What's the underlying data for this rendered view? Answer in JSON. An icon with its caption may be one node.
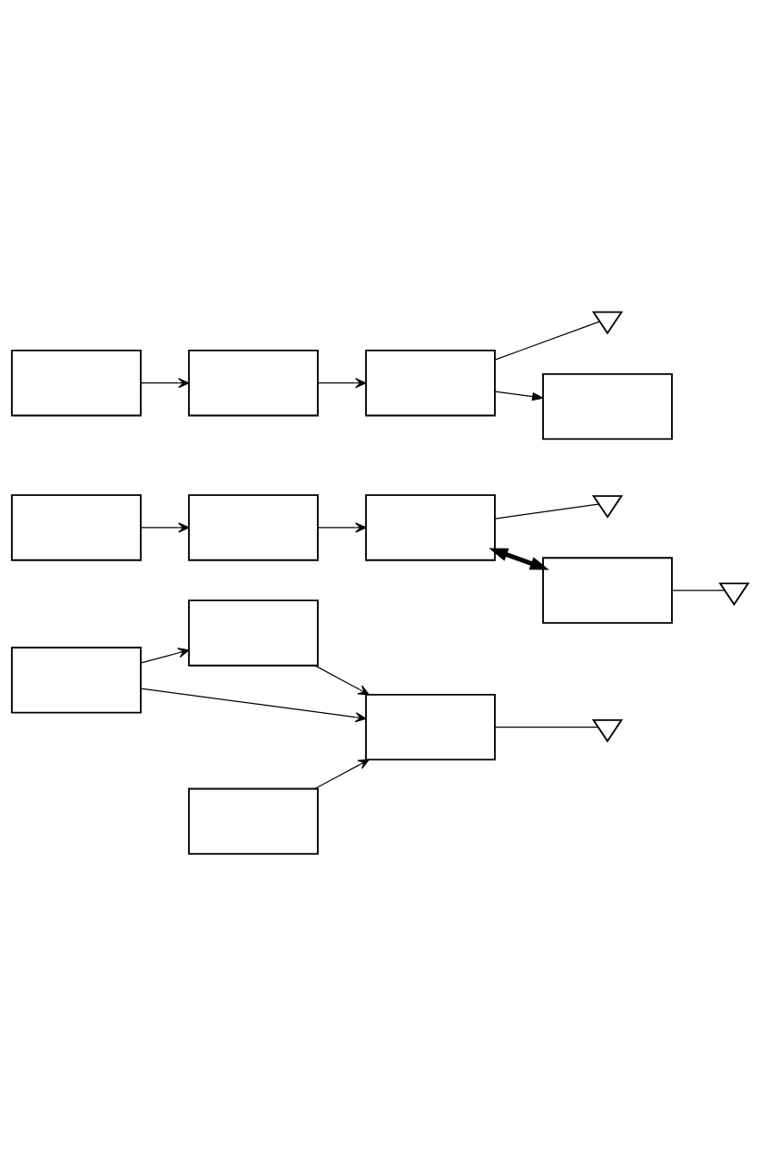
{
  "diagram": {
    "nodes": [
      {
        "text": [],
        "shape": "box"
      },
      {
        "text": [],
        "shape": "box"
      },
      {
        "text": [],
        "shape": "antenna"
      },
      {
        "text": [],
        "shape": "box"
      },
      {
        "text": [],
        "shape": "box"
      },
      {
        "text": [],
        "shape": "box"
      },
      {
        "text": [],
        "shape": "box"
      },
      {
        "text": [],
        "shape": "box"
      },
      {
        "text": [],
        "shape": "antenna"
      },
      {
        "text": [],
        "shape": "box"
      },
      {
        "text": [],
        "shape": "antenna"
      },
      {
        "text": [],
        "shape": "box"
      },
      {
        "text": [],
        "shape": "box"
      },
      {
        "text": [],
        "shape": "box"
      },
      {
        "text": [],
        "shape": "antenna"
      },
      {
        "text": [],
        "shape": "box"
      }
    ],
    "edges": [
      {
        "from": 0,
        "to": 1,
        "arrow": "to"
      },
      {
        "from": 1,
        "to": 2,
        "arrow": "none"
      },
      {
        "from": 3,
        "to": 0,
        "arrow": "to"
      },
      {
        "from": 3,
        "to": 1,
        "arrow": "to"
      },
      {
        "from": 4,
        "to": 1,
        "arrow": "to"
      },
      {
        "from": 5,
        "to": 6,
        "arrow": "to"
      },
      {
        "from": 6,
        "to": 7,
        "arrow": "to"
      },
      {
        "from": 7,
        "to": 8,
        "arrow": "none"
      },
      {
        "from": 7,
        "to": 9,
        "arrow": "both",
        "style": "thick"
      },
      {
        "from": 9,
        "to": 10,
        "arrow": "none"
      },
      {
        "from": 11,
        "to": 12,
        "arrow": "to"
      },
      {
        "from": 12,
        "to": 13,
        "arrow": "to"
      },
      {
        "from": 13,
        "to": 14,
        "arrow": "none"
      },
      {
        "from": 13,
        "to": 15,
        "arrow": "to"
      }
    ]
  }
}
